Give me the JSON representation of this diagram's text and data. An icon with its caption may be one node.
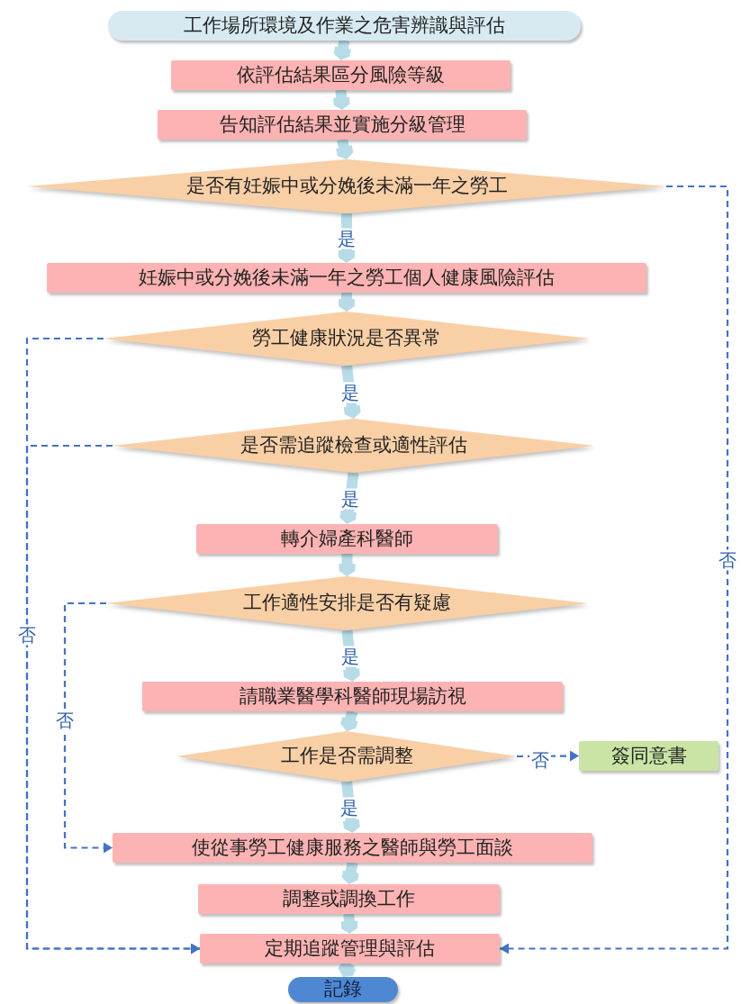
{
  "diagram": {
    "nodes": [
      {
        "text": [
          "工作場所環境及作業之危害辨識與評估"
        ]
      },
      {
        "text": [
          "依評估結果區分風險等級"
        ]
      },
      {
        "text": [
          "告知評估結果並實施分級管理"
        ]
      },
      {
        "text": [
          "是否有妊娠中或分娩後未滿一年之勞工"
        ]
      },
      {
        "text": [
          "妊娠中或分娩後未滿一年之勞工個人健康風險評估"
        ]
      },
      {
        "text": [
          "勞工健康狀況是否異常"
        ]
      },
      {
        "text": [
          "是否需追蹤檢查或適性評估"
        ]
      },
      {
        "text": [
          "轉介婦產科醫師"
        ]
      },
      {
        "text": [
          "工作適性安排是否有疑慮"
        ]
      },
      {
        "text": [
          "請職業醫學科醫師現場訪視"
        ]
      },
      {
        "text": [
          "工作是否需調整"
        ]
      },
      {
        "text": [
          "簽同意書"
        ]
      },
      {
        "text": [
          "使從事勞工健康服務之醫師與勞工面談"
        ]
      },
      {
        "text": [
          "調整或調換工作"
        ]
      },
      {
        "text": [
          "定期追蹤管理與評估"
        ]
      },
      {
        "text": [
          "記錄"
        ]
      }
    ],
    "edges": [
      {
        "from": 0,
        "to": 1,
        "arrow": "to"
      },
      {
        "from": 1,
        "to": 2,
        "arrow": "to"
      },
      {
        "from": 2,
        "to": 3,
        "arrow": "to"
      },
      {
        "from": 3,
        "to": 4,
        "arrow": "to",
        "label": "是"
      },
      {
        "from": 4,
        "to": 5,
        "arrow": "to"
      },
      {
        "from": 5,
        "to": 6,
        "arrow": "to",
        "label": "是"
      },
      {
        "from": 6,
        "to": 7,
        "arrow": "to",
        "label": "是"
      },
      {
        "from": 7,
        "to": 8,
        "arrow": "to"
      },
      {
        "from": 8,
        "to": 9,
        "arrow": "to",
        "label": "是"
      },
      {
        "from": 9,
        "to": 10,
        "arrow": "to"
      },
      {
        "from": 10,
        "to": 12,
        "arrow": "to",
        "label": "是"
      },
      {
        "from": 12,
        "to": 13,
        "arrow": "to"
      },
      {
        "from": 13,
        "to": 14,
        "arrow": "to"
      },
      {
        "from": 14,
        "to": 15,
        "arrow": "to"
      },
      {
        "from": 3,
        "to": 14,
        "arrow": "to",
        "label": "否",
        "style": "dashed",
        "color": "#4472c4"
      },
      {
        "from": 5,
        "to": 14,
        "arrow": "to",
        "label": "否",
        "style": "dashed",
        "color": "#4472c4"
      },
      {
        "from": 6,
        "to": 14,
        "arrow": "to",
        "style": "dashed",
        "color": "#4472c4"
      },
      {
        "from": 8,
        "to": 12,
        "arrow": "to",
        "label": "否",
        "style": "dashed",
        "color": "#4472c4"
      },
      {
        "from": 10,
        "to": 11,
        "arrow": "to",
        "label": "否",
        "style": "dashed",
        "color": "#4472c4"
      }
    ]
  }
}
